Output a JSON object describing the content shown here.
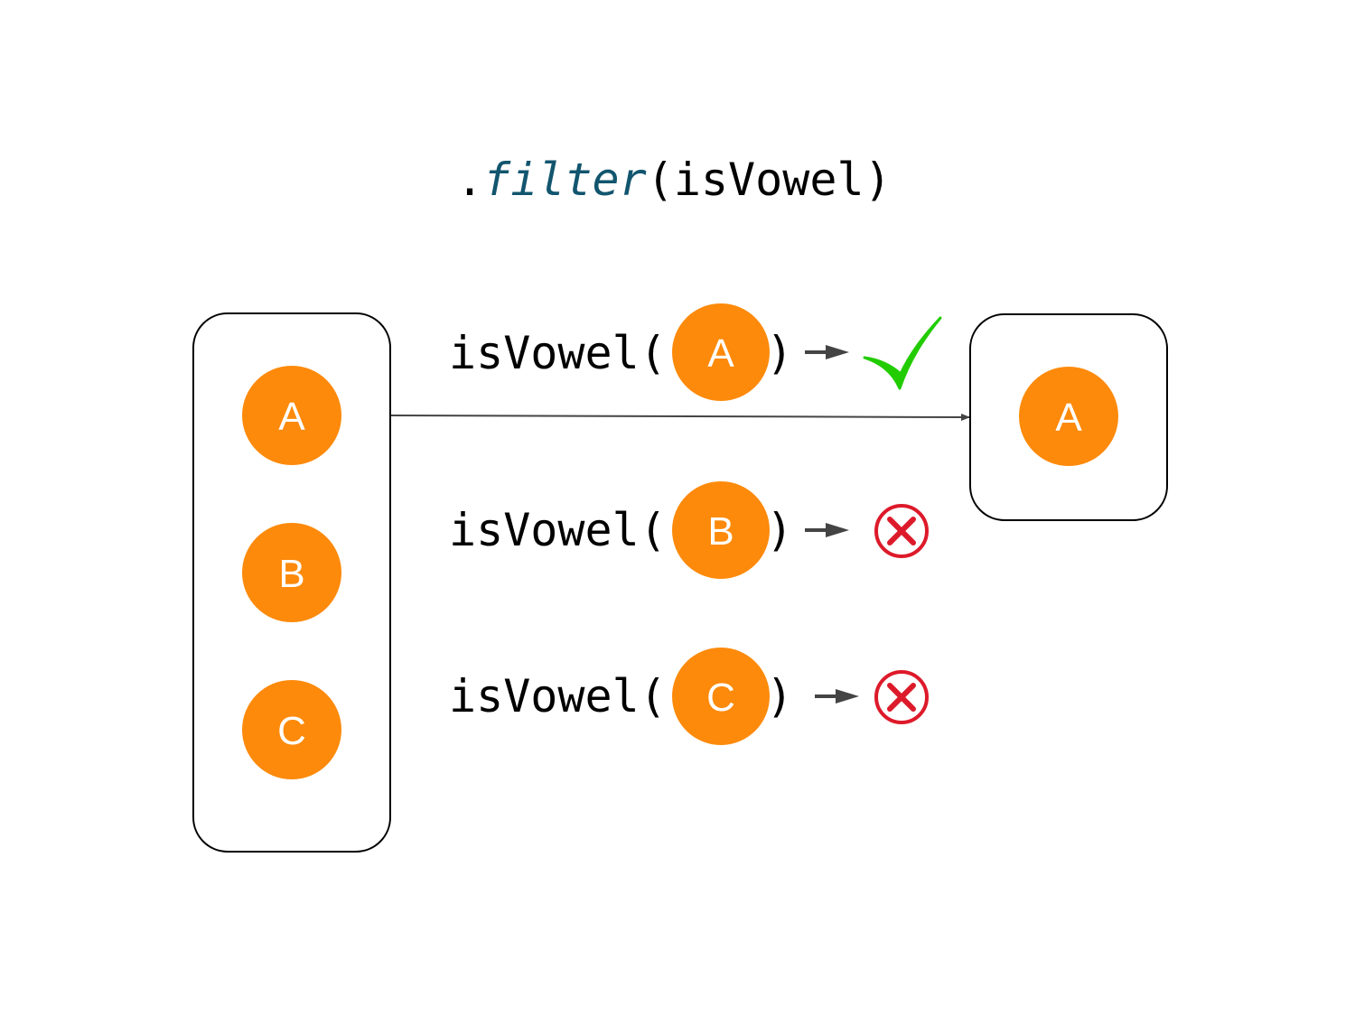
{
  "title": {
    "prefix": ".",
    "method": "filter",
    "open_paren": "(",
    "argument": "isVowel",
    "close_paren": ")"
  },
  "colors": {
    "method": "#12556e",
    "item_fill": "#fd8a0b",
    "item_text": "#ffffff",
    "pass": "#22cc00",
    "fail": "#dd1a2a",
    "arrow": "#444444",
    "border": "#000000"
  },
  "input_items": [
    {
      "label": "A"
    },
    {
      "label": "B"
    },
    {
      "label": "C"
    }
  ],
  "calls": [
    {
      "fn": "isVowel(",
      "arg": "A",
      "close": ")",
      "result": "pass",
      "result_icon": "check-icon"
    },
    {
      "fn": "isVowel(",
      "arg": "B",
      "close": ")",
      "result": "fail",
      "result_icon": "cross-circle-icon"
    },
    {
      "fn": "isVowel(",
      "arg": "C",
      "close": ")",
      "result": "fail",
      "result_icon": "cross-circle-icon"
    }
  ],
  "output_items": [
    {
      "label": "A"
    }
  ]
}
